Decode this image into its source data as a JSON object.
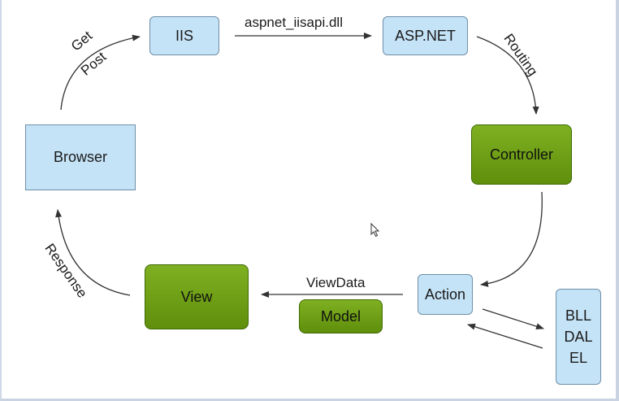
{
  "nodes": {
    "browser": "Browser",
    "iis": "IIS",
    "aspnet": "ASP.NET",
    "controller": "Controller",
    "action": "Action",
    "view": "View",
    "model": "Model",
    "bll": "BLL",
    "dal": "DAL",
    "el": "EL"
  },
  "edges": {
    "get": "Get",
    "post": "Post",
    "isapi": "aspnet_iisapi.dll",
    "routing": "Routing",
    "viewdata": "ViewData",
    "response": "Response"
  },
  "colors": {
    "blue_fill": "#c5e3f7",
    "green_fill": "#6fa016",
    "arrow": "#333333"
  }
}
